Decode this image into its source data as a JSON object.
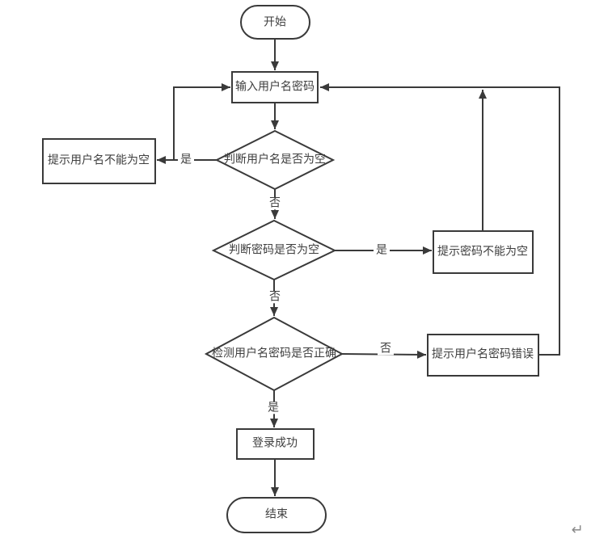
{
  "flowchart": {
    "nodes": {
      "start": {
        "label": "开始",
        "shape": "stadium"
      },
      "input": {
        "label": "输入用户名密码",
        "shape": "rect"
      },
      "check_username": {
        "label": "判断用户名是否为空",
        "shape": "diamond"
      },
      "prompt_username_empty": {
        "label": "提示用户名不能为空",
        "shape": "rect"
      },
      "check_password": {
        "label": "判断密码是否为空",
        "shape": "diamond"
      },
      "prompt_password_empty": {
        "label": "提示密码不能为空",
        "shape": "rect"
      },
      "check_credentials": {
        "label": "检测用户名密码是否正确",
        "shape": "diamond"
      },
      "prompt_credentials_error": {
        "label": "提示用户名密码错误",
        "shape": "rect"
      },
      "login_success": {
        "label": "登录成功",
        "shape": "rect"
      },
      "end": {
        "label": "结束",
        "shape": "stadium"
      }
    },
    "edge_labels": {
      "username_yes": "是",
      "username_no": "否",
      "password_yes": "是",
      "password_no": "否",
      "credentials_no": "否",
      "credentials_yes": "是"
    },
    "colors": {
      "stroke": "#3a3a3a",
      "text": "#3e3e3e",
      "background": "#ffffff",
      "return_mark": "#8a8a8a"
    }
  },
  "page": {
    "return_mark": "↵"
  }
}
